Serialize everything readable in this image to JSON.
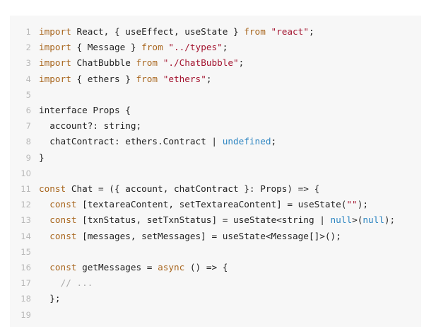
{
  "code_lines": [
    {
      "n": "1",
      "tokens": [
        [
          "kw",
          "import"
        ],
        [
          "plain",
          " React, { useEffect, useState } "
        ],
        [
          "kw",
          "from"
        ],
        [
          "plain",
          " "
        ],
        [
          "str",
          "\"react\""
        ],
        [
          "plain",
          ";"
        ]
      ]
    },
    {
      "n": "2",
      "tokens": [
        [
          "kw",
          "import"
        ],
        [
          "plain",
          " { Message } "
        ],
        [
          "kw",
          "from"
        ],
        [
          "plain",
          " "
        ],
        [
          "str",
          "\"../types\""
        ],
        [
          "plain",
          ";"
        ]
      ]
    },
    {
      "n": "3",
      "tokens": [
        [
          "kw",
          "import"
        ],
        [
          "plain",
          " ChatBubble "
        ],
        [
          "kw",
          "from"
        ],
        [
          "plain",
          " "
        ],
        [
          "str",
          "\"./ChatBubble\""
        ],
        [
          "plain",
          ";"
        ]
      ]
    },
    {
      "n": "4",
      "tokens": [
        [
          "kw",
          "import"
        ],
        [
          "plain",
          " { ethers } "
        ],
        [
          "kw",
          "from"
        ],
        [
          "plain",
          " "
        ],
        [
          "str",
          "\"ethers\""
        ],
        [
          "plain",
          ";"
        ]
      ]
    },
    {
      "n": "5",
      "tokens": []
    },
    {
      "n": "6",
      "tokens": [
        [
          "plain",
          "interface Props {"
        ]
      ]
    },
    {
      "n": "7",
      "tokens": [
        [
          "plain",
          "  account?: string;"
        ]
      ]
    },
    {
      "n": "8",
      "tokens": [
        [
          "plain",
          "  chatContract: ethers.Contract | "
        ],
        [
          "lit",
          "undefined"
        ],
        [
          "plain",
          ";"
        ]
      ]
    },
    {
      "n": "9",
      "tokens": [
        [
          "plain",
          "}"
        ]
      ]
    },
    {
      "n": "10",
      "tokens": []
    },
    {
      "n": "11",
      "tokens": [
        [
          "kw",
          "const"
        ],
        [
          "plain",
          " Chat = ({ account, chatContract }: Props) => {"
        ]
      ]
    },
    {
      "n": "12",
      "tokens": [
        [
          "plain",
          "  "
        ],
        [
          "kw",
          "const"
        ],
        [
          "plain",
          " [textareaContent, setTextareaContent] = useState("
        ],
        [
          "str",
          "\"\""
        ],
        [
          "plain",
          ");"
        ]
      ]
    },
    {
      "n": "13",
      "tokens": [
        [
          "plain",
          "  "
        ],
        [
          "kw",
          "const"
        ],
        [
          "plain",
          " [txnStatus, setTxnStatus] = useState<string | "
        ],
        [
          "lit",
          "null"
        ],
        [
          "plain",
          ">("
        ],
        [
          "lit",
          "null"
        ],
        [
          "plain",
          ");"
        ]
      ]
    },
    {
      "n": "14",
      "tokens": [
        [
          "plain",
          "  "
        ],
        [
          "kw",
          "const"
        ],
        [
          "plain",
          " [messages, setMessages] = useState<Message[]>();"
        ]
      ]
    },
    {
      "n": "15",
      "tokens": []
    },
    {
      "n": "16",
      "tokens": [
        [
          "plain",
          "  "
        ],
        [
          "kw",
          "const"
        ],
        [
          "plain",
          " getMessages = "
        ],
        [
          "kw",
          "async"
        ],
        [
          "plain",
          " () => {"
        ]
      ]
    },
    {
      "n": "17",
      "tokens": [
        [
          "plain",
          "    "
        ],
        [
          "cm",
          "// ..."
        ]
      ]
    },
    {
      "n": "18",
      "tokens": [
        [
          "plain",
          "  };"
        ]
      ]
    },
    {
      "n": "19",
      "tokens": []
    }
  ],
  "colors": {
    "keyword": "#a8661e",
    "string": "#a3142f",
    "literal": "#2f86c2",
    "comment": "#aaaaaa",
    "background": "#f7f7f7"
  }
}
